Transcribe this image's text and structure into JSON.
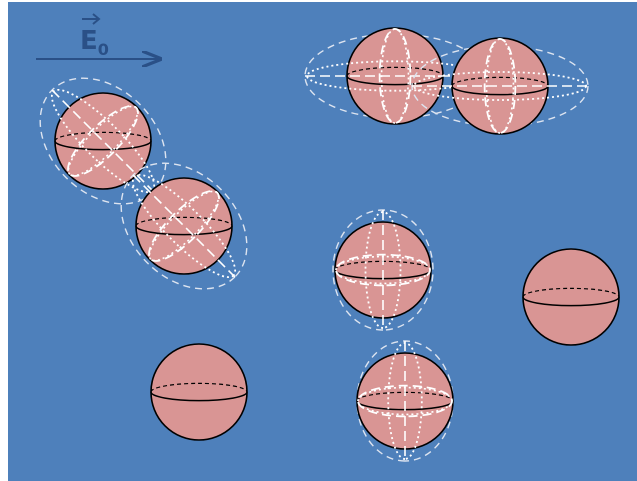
{
  "field": {
    "symbol": "E",
    "subscript": "0",
    "color": "#2a5087"
  },
  "colors": {
    "background": "#4e80bb",
    "sphere_fill": "#d99594",
    "sphere_stroke": "#000000",
    "guide_lines": "#ffffff",
    "guide_dashed": "#dde4f0"
  },
  "spheres": [
    {
      "id": "sphere-1",
      "deformed": true,
      "deformation_axis": "tilted-down-right"
    },
    {
      "id": "sphere-2",
      "deformed": true,
      "deformation_axis": "tilted-down-right"
    },
    {
      "id": "sphere-3",
      "deformed": true,
      "deformation_axis": "horizontal"
    },
    {
      "id": "sphere-4",
      "deformed": true,
      "deformation_axis": "horizontal"
    },
    {
      "id": "sphere-5",
      "deformed": true,
      "deformation_axis": "vertical"
    },
    {
      "id": "sphere-6",
      "deformed": false,
      "deformation_axis": "none"
    },
    {
      "id": "sphere-7",
      "deformed": false,
      "deformation_axis": "none"
    },
    {
      "id": "sphere-8",
      "deformed": true,
      "deformation_axis": "vertical"
    }
  ]
}
